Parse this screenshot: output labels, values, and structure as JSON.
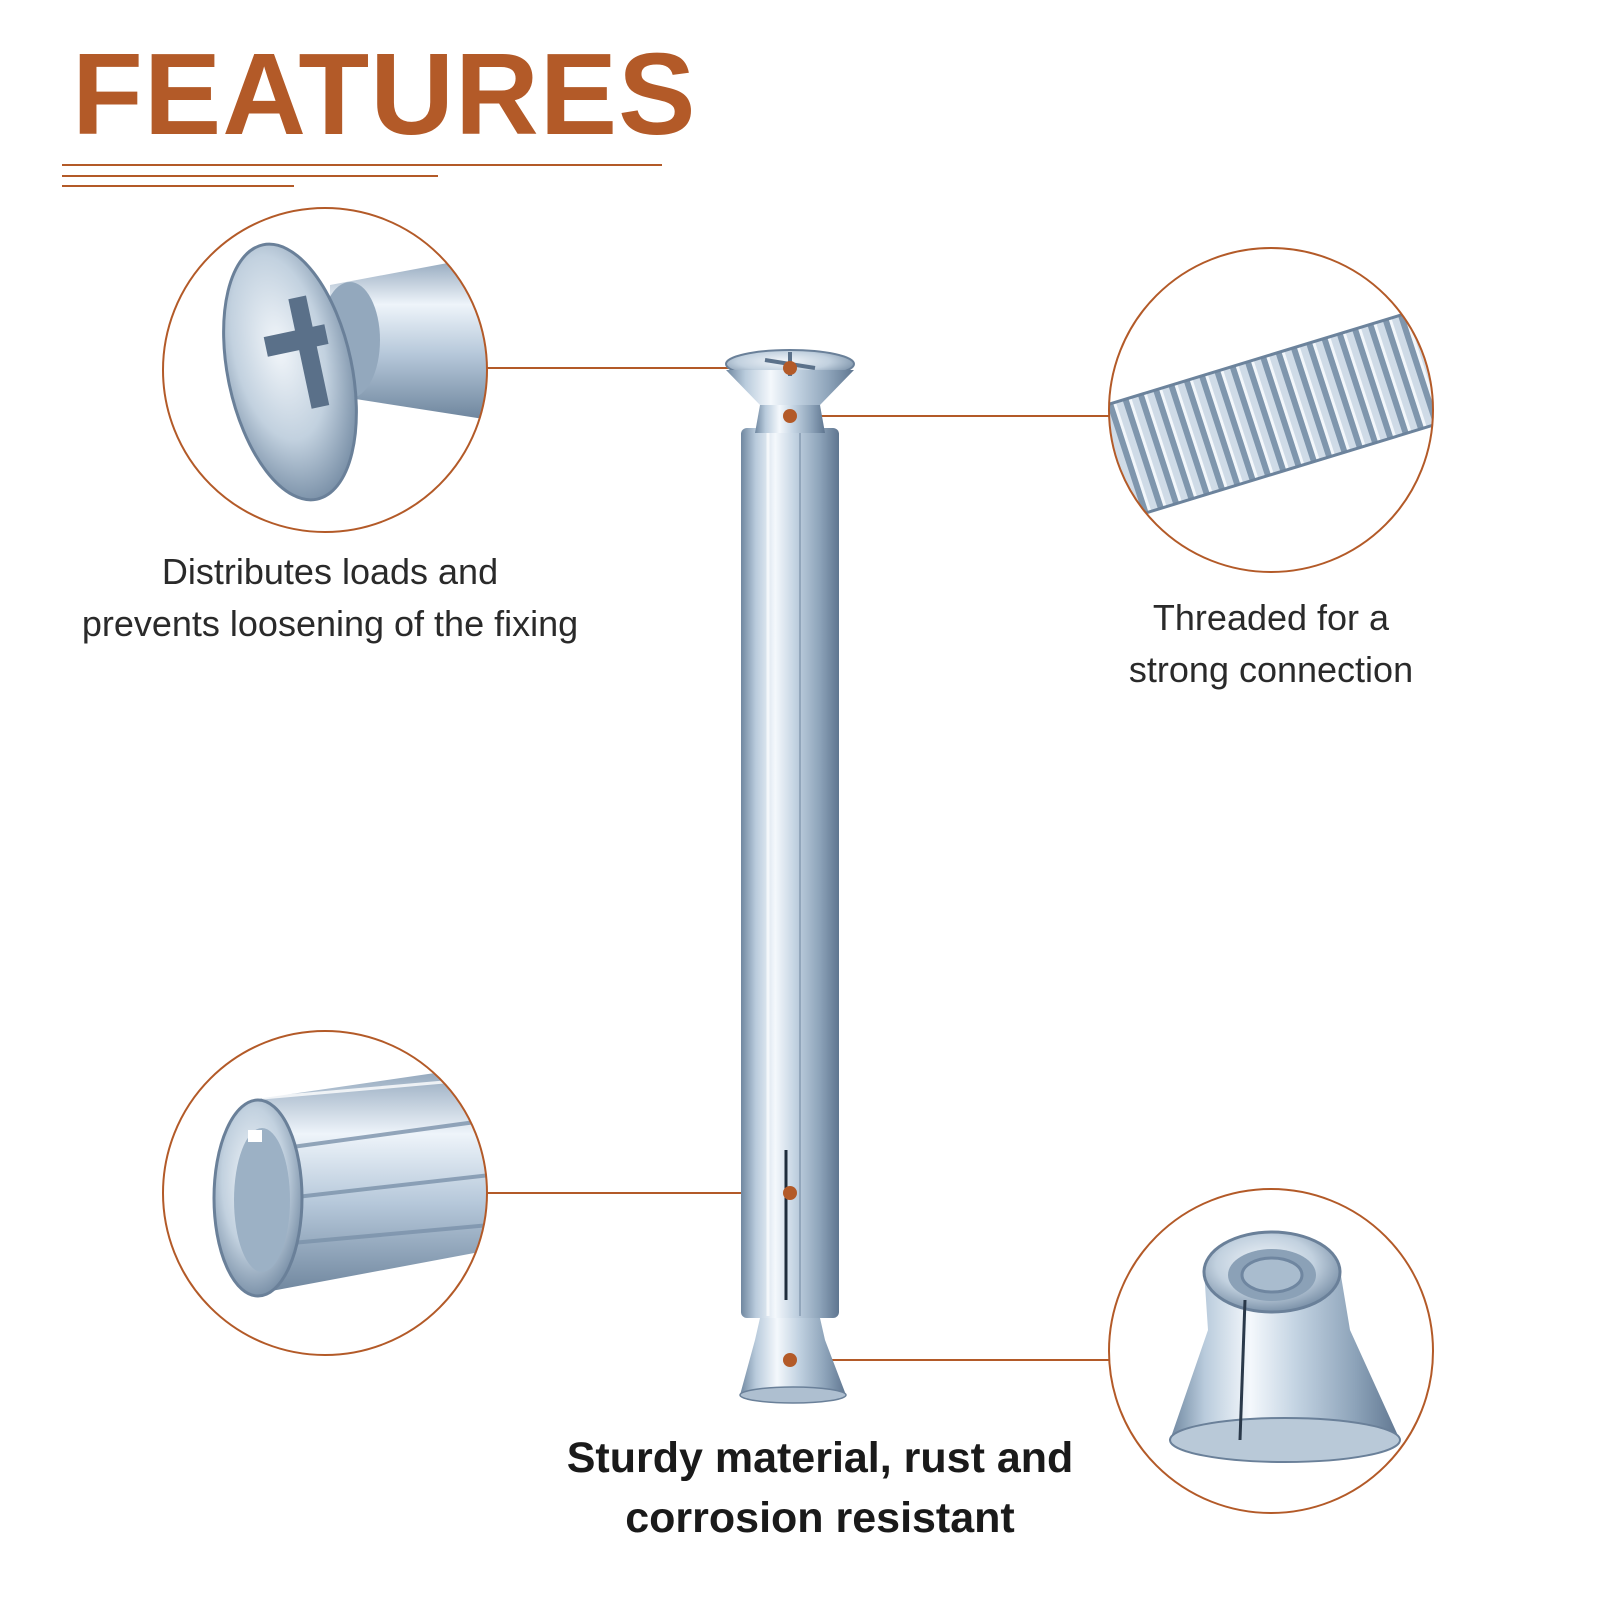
{
  "page": {
    "title": "FEATURES",
    "accent_color": "#b35a28",
    "callouts": [
      {
        "id": "head",
        "text_lines": [
          "Distributes loads and",
          "prevents loosening of the fixing"
        ],
        "detail_icon": "countersunk-screw-head-closeup"
      },
      {
        "id": "thread",
        "text_lines": [
          "Threaded for a",
          "strong connection"
        ],
        "detail_icon": "threaded-rod-closeup"
      },
      {
        "id": "sleeve",
        "text_lines": [],
        "detail_icon": "slotted-sleeve-closeup"
      },
      {
        "id": "nut",
        "text_lines": [
          "Sturdy material, rust and",
          "corrosion resistant"
        ],
        "detail_icon": "cone-nut-closeup"
      }
    ],
    "product_icon": "sleeve-anchor-bolt"
  }
}
